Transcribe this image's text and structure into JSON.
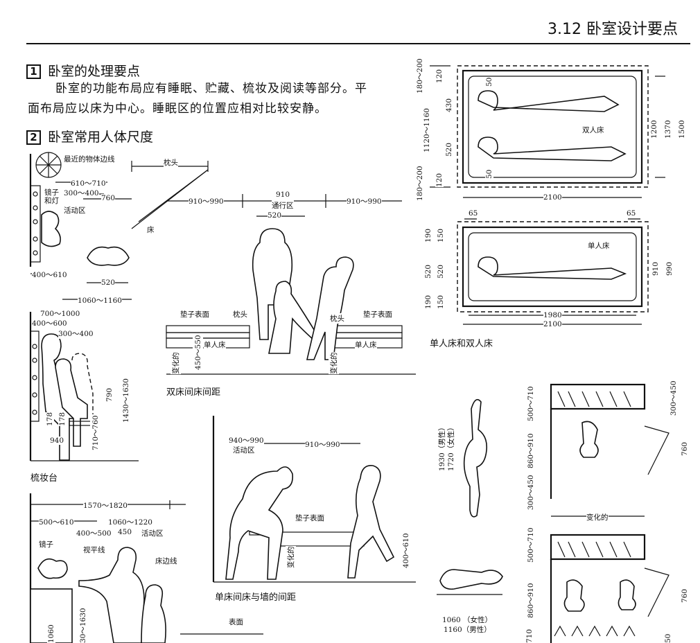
{
  "header": {
    "title": "3.12 卧室设计要点"
  },
  "section1": {
    "num": "1",
    "heading": "卧室的处理要点",
    "para_line1": "卧室的功能布局应有睡眠、贮藏、梳妆及阅读等部分。平",
    "para_line2": "面布局应以床为中心。睡眠区的位置应相对比较安静。"
  },
  "section2": {
    "num": "2",
    "heading": "卧室常用人体尺度"
  },
  "fig_bed_area": {
    "labels": {
      "nearest_edge": "最近的物体边线",
      "pillow_top": "枕头",
      "mirror_light": "镜子\n和灯",
      "activity": "活动区",
      "bed": "床"
    },
    "dims": [
      "610～710",
      "300～400",
      "760",
      "400～610",
      "520",
      "1060～1160"
    ]
  },
  "fig_twin": {
    "labels": {
      "mattress_l": "垫子表面",
      "pillow_l": "枕头",
      "single_bed_l": "单人床",
      "pillow_r": "枕头",
      "mattress_r": "垫子表面",
      "single_bed_r": "单人床",
      "passage": "通行区",
      "varies_l": "变化的",
      "varies_r": "变化的"
    },
    "dims": [
      "910～990",
      "910",
      "910～990",
      "520",
      "450～550"
    ],
    "caption": "双床间床间距"
  },
  "fig_dresser": {
    "dims": [
      "700～1000",
      "400～600",
      "300～400",
      "790",
      "1430～1630",
      "178",
      "178",
      "710～760",
      "940"
    ],
    "caption": "梳妆台"
  },
  "fig_wall": {
    "labels": {
      "activity": "活动区",
      "mattress": "垫子表面",
      "varies": "变化的"
    },
    "dims": [
      "940～990",
      "910～990",
      "400～610"
    ],
    "caption": "单床间床与墙的间距"
  },
  "fig_mirror": {
    "labels": {
      "mirror": "镜子",
      "eye_line": "视平线",
      "activity": "活动区",
      "bed_edge": "床边线",
      "surface": "表面"
    },
    "dims": [
      "1570～1820",
      "500～610",
      "1060～1220",
      "400～500",
      "450",
      "1060",
      "30～1630"
    ]
  },
  "fig_beds": {
    "double_label": "双人床",
    "single_label": "单人床",
    "double_dims_left": [
      "180～200",
      "120",
      "430",
      "1120～1160",
      "520",
      "180～200",
      "120"
    ],
    "double_dims_inner": [
      "50",
      "50"
    ],
    "double_dims_right": [
      "1200",
      "1370",
      "1500"
    ],
    "double_width": "2100",
    "single_top": [
      "65",
      "65"
    ],
    "single_dims_left": [
      "190",
      "150",
      "520",
      "520",
      "190",
      "150"
    ],
    "single_dims_right": [
      "910",
      "990"
    ],
    "single_width": [
      "1980",
      "2100"
    ],
    "caption": "单人床和双人床"
  },
  "fig_wardrobe": {
    "height_label": "1930（男性）\n1720（女性）",
    "width_label_f": "1060 （女性）",
    "width_label_m": "1160（男性）",
    "dims": [
      "500～710",
      "300～450",
      "860～910",
      "760",
      "300～450",
      "变化的",
      "500～710",
      "860～910",
      "760",
      "710",
      "50"
    ]
  }
}
